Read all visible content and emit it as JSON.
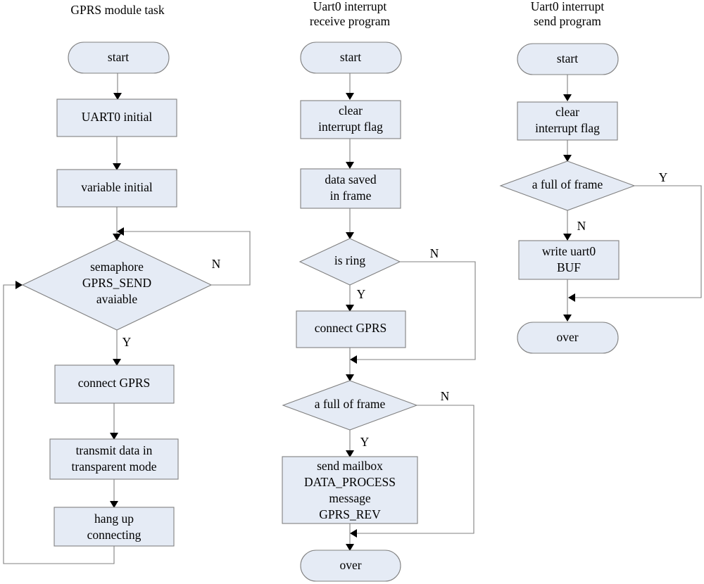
{
  "diagram": {
    "type": "flowchart",
    "background": "#ffffff",
    "shape_fill": "#e5ebf5",
    "shape_stroke": "#808080",
    "line_color": "#808080",
    "arrow_color": "#000000",
    "text_color": "#000000"
  },
  "columns": [
    {
      "id": "gprs-module-task",
      "title": "GPRS  module task",
      "nodes": [
        {
          "id": "c1-start",
          "kind": "terminator",
          "text": "start"
        },
        {
          "id": "c1-uart0",
          "kind": "process",
          "text": "UART0 initial"
        },
        {
          "id": "c1-var",
          "kind": "process",
          "text": "variable initial"
        },
        {
          "id": "c1-sem",
          "kind": "decision",
          "line1": "semaphore",
          "line2": "GPRS_SEND",
          "line3": "avaiable"
        },
        {
          "id": "c1-connect",
          "kind": "process",
          "text": "connect GPRS"
        },
        {
          "id": "c1-transmit",
          "kind": "process",
          "line1": "transmit data in",
          "line2": "transparent mode"
        },
        {
          "id": "c1-hangup",
          "kind": "process",
          "line1": "hang up",
          "line2": "connecting"
        }
      ],
      "branch_labels": {
        "sem_no": "N",
        "sem_yes": "Y"
      }
    },
    {
      "id": "uart0-interrupt-receive-program",
      "title_line1": "Uart0 interrupt",
      "title_line2": "receive program",
      "nodes": [
        {
          "id": "c2-start",
          "kind": "terminator",
          "text": "start"
        },
        {
          "id": "c2-clear",
          "kind": "process",
          "line1": "clear",
          "line2": "interrupt flag"
        },
        {
          "id": "c2-saved",
          "kind": "process",
          "line1": "data saved",
          "line2": "in frame"
        },
        {
          "id": "c2-isring",
          "kind": "decision",
          "text": "is ring"
        },
        {
          "id": "c2-connect",
          "kind": "process",
          "text": "connect GPRS"
        },
        {
          "id": "c2-full",
          "kind": "decision",
          "text": "a full of frame"
        },
        {
          "id": "c2-mailbox",
          "kind": "process",
          "line1": "send mailbox",
          "line2": "DATA_PROCESS",
          "line3": "message",
          "line4": "GPRS_REV"
        },
        {
          "id": "c2-over",
          "kind": "terminator",
          "text": "over"
        }
      ],
      "branch_labels": {
        "isring_no": "N",
        "isring_yes": "Y",
        "full_no": "N",
        "full_yes": "Y"
      }
    },
    {
      "id": "uart0-interrupt-send-program",
      "title_line1": "Uart0 interrupt",
      "title_line2": "send program",
      "nodes": [
        {
          "id": "c3-start",
          "kind": "terminator",
          "text": "start"
        },
        {
          "id": "c3-clear",
          "kind": "process",
          "line1": "clear",
          "line2": "interrupt flag"
        },
        {
          "id": "c3-full",
          "kind": "decision",
          "text": "a full of frame"
        },
        {
          "id": "c3-write",
          "kind": "process",
          "line1": "write uart0",
          "line2": "BUF"
        },
        {
          "id": "c3-over",
          "kind": "terminator",
          "text": "over"
        }
      ],
      "branch_labels": {
        "full_yes": "Y",
        "full_no": "N"
      }
    }
  ]
}
